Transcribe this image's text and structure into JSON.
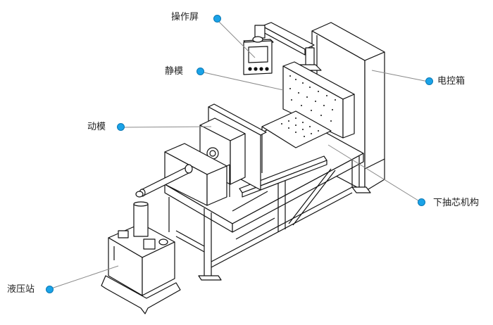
{
  "diagram": {
    "title": "",
    "accent_color": "#1aa3e8",
    "leader_color": "#8a8a8a",
    "callouts": [
      {
        "id": "operation-screen",
        "label": "操作屏",
        "target": "pendant touch screen on swing arm"
      },
      {
        "id": "static-mold",
        "label": "静模",
        "target": "fixed die plate"
      },
      {
        "id": "electric-cabinet",
        "label": "电控箱",
        "target": "electrical control cabinet"
      },
      {
        "id": "moving-mold",
        "label": "动模",
        "target": "moving die plate"
      },
      {
        "id": "lower-core-pull",
        "label": "下抽芯机构",
        "target": "lower core-pulling mechanism"
      },
      {
        "id": "hydraulic-station",
        "label": "液压站",
        "target": "hydraulic power unit"
      }
    ]
  }
}
